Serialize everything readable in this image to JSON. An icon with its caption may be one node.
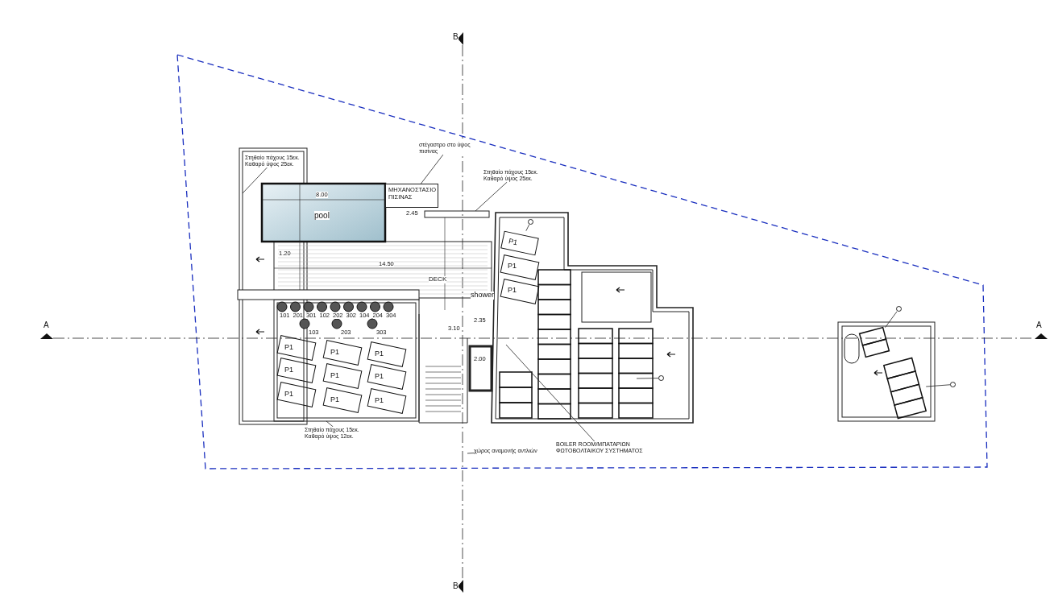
{
  "diagram": {
    "nodes": [
      {
        "text": [
          "Στηθαίο πάχους 15εκ. Καθαρό ύψος 25εκ."
        ]
      },
      {
        "text": [
          "στέγαστρο στο ύψος πισίνας"
        ]
      },
      {
        "text": [
          "Στηθαίο πάχους 15εκ. Καθαρό ύψος 25εκ."
        ]
      },
      {
        "text": [
          "Στηθαίο πάχους 15εκ. Καθαρό ύψος 12εκ."
        ]
      },
      {
        "text": [
          "BOILER ROOM/ΜΠΑΤΑΡΙΩΝ ΦΩΤΟΒΟΛΤΑΙΚΟΥ ΣΥΣΤΗΜΑΤΟΣ"
        ]
      },
      {
        "text": [
          "χώρος αναμονής αντλιών"
        ]
      },
      {
        "text": [],
        "shape": "circle"
      },
      {
        "text": [],
        "shape": "circle"
      },
      {
        "text": [],
        "shape": "circle"
      },
      {
        "text": [],
        "shape": "circle"
      },
      {
        "text": [
          "ΜΗΧΑΝΟΣΤΑΣΙΟ ΠΙΣΙΝΑΣ"
        ]
      },
      {
        "text": [],
        "shape": "box"
      },
      {
        "text": [],
        "shape": "box"
      },
      {
        "text": [
          "P1"
        ]
      }
    ],
    "edges": [
      {
        "from": 0,
        "to": null,
        "arrow": "none"
      },
      {
        "from": 1,
        "to": 10,
        "arrow": "none"
      },
      {
        "from": 2,
        "to": null,
        "arrow": "none"
      },
      {
        "from": 3,
        "to": null,
        "arrow": "none"
      },
      {
        "from": 4,
        "to": null,
        "arrow": "none"
      },
      {
        "from": 5,
        "to": null,
        "arrow": "none"
      },
      {
        "from": 6,
        "to": 13,
        "arrow": "none"
      },
      {
        "from": 7,
        "to": null,
        "arrow": "none"
      },
      {
        "from": 8,
        "to": 11,
        "arrow": "none"
      },
      {
        "from": 9,
        "to": 12,
        "arrow": "none"
      }
    ],
    "labels": [
      "B",
      "8.00",
      "2.45",
      "pool",
      "1.20",
      "14.50",
      "DECK",
      "P1",
      "shower",
      "P1",
      "2.35",
      "3.10",
      "101",
      "201",
      "301",
      "102",
      "202",
      "302",
      "104",
      "204",
      "304",
      "103",
      "203",
      "303",
      "A",
      "A",
      "P1",
      "P1",
      "P1",
      "P1",
      "P1",
      "P1",
      "P1",
      "P1",
      "P1",
      "2.00",
      "B"
    ]
  }
}
